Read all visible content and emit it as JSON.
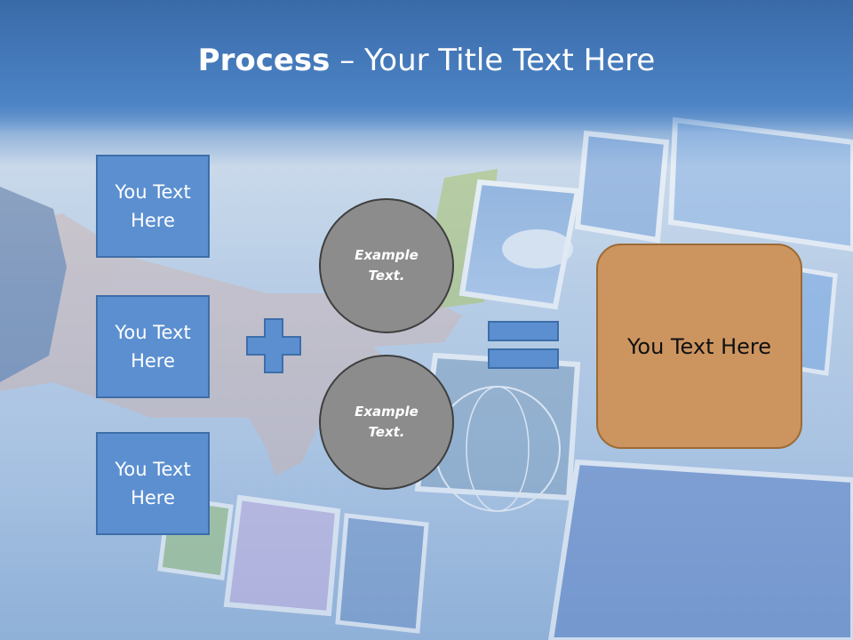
{
  "title": {
    "bold": "Process",
    "separator": " – ",
    "rest": "Your Title Text Here"
  },
  "left_boxes": [
    {
      "label": "You Text Here"
    },
    {
      "label": "You Text Here"
    },
    {
      "label": "You Text Here"
    }
  ],
  "circles": [
    {
      "label": "Example Text."
    },
    {
      "label": "Example Text."
    }
  ],
  "operators": {
    "plus": "plus-icon",
    "equals": "equals-icon"
  },
  "result": {
    "label": "You Text Here"
  },
  "colors": {
    "header": "#3f78bd",
    "box_fill": "#5b8fd0",
    "box_border": "#3e6ea8",
    "circle_fill": "#8c8c8c",
    "result_fill": "#cc9560",
    "result_border": "#9c6a35"
  }
}
